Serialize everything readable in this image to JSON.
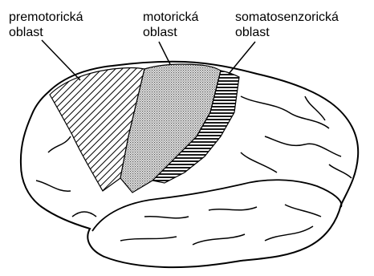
{
  "labels": {
    "premotor": {
      "line1": "premotorická",
      "line2": "oblast"
    },
    "motor": {
      "line1": "motorická",
      "line2": "oblast"
    },
    "somatosensory": {
      "line1": "somatosenzorická",
      "line2": "oblast"
    }
  }
}
